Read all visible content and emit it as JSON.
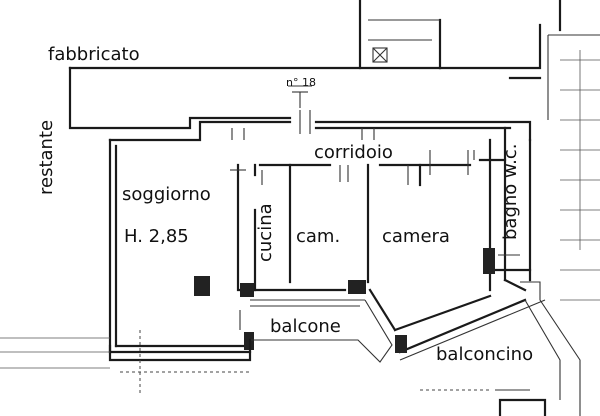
{
  "labels": {
    "fabbricato": "fabbricato",
    "restante": "restante",
    "n_number": "n° 18",
    "corridoio": "corridoio",
    "soggiorno": "soggiorno",
    "height": "H. 2,85",
    "cucina": "cucina",
    "cam": "cam.",
    "camera": "camera",
    "bagno": "bagno w.c.",
    "balcone": "balcone",
    "balconcino": "balconcino"
  }
}
